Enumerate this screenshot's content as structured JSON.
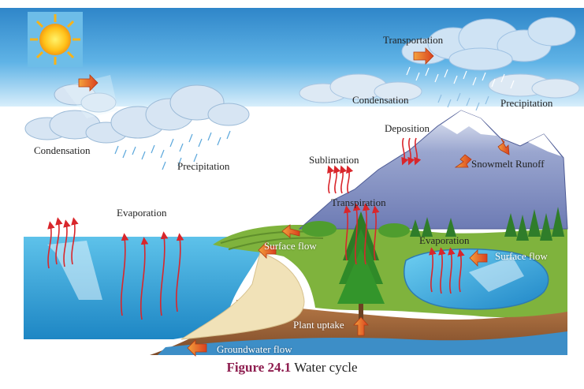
{
  "labels": {
    "transportation": "Transportation",
    "condensation_top": "Condensation",
    "precipitation_right": "Precipitation",
    "condensation_left": "Condensation",
    "precipitation_left": "Precipitation",
    "deposition": "Deposition",
    "sublimation": "Sublimation",
    "snowmelt_runoff": "Snowmelt Runoff",
    "evaporation_sea": "Evaporation",
    "transpiration": "Transpiration",
    "surface_flow_left": "Surface flow",
    "evaporation_lake": "Evaporation",
    "surface_flow_right": "Surface flow",
    "plant_uptake": "Plant uptake",
    "groundwater_flow": "Groundwater flow"
  },
  "caption": {
    "number": "Figure 24.1",
    "title": "Water cycle"
  },
  "colors": {
    "sky": "#4aa3df",
    "sea": "#3aa6d8",
    "ground": "#7a9e3a",
    "soil": "#a86a3e",
    "sand": "#f1e2b8",
    "arrow_red": "#d9262b",
    "arrow_orange": "#f07b22",
    "caption_accent": "#8e1d4f"
  }
}
